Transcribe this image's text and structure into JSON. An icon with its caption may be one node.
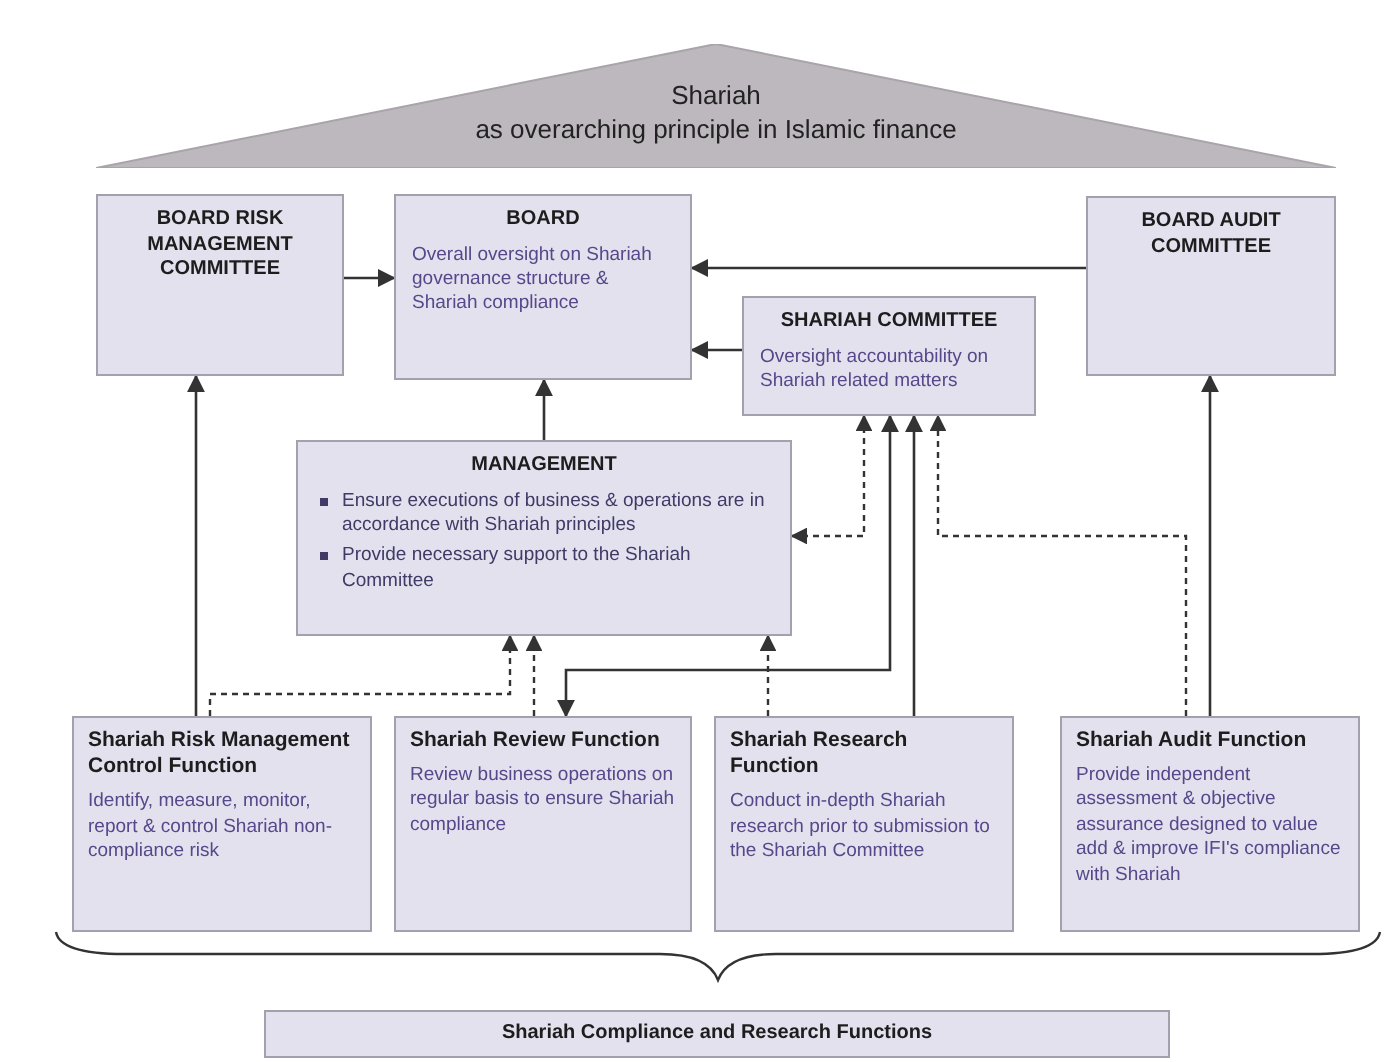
{
  "diagram": {
    "nodes": [
      {
        "text": [
          "Shariah",
          "as overarching principle in Islamic finance"
        ]
      },
      {
        "text": [
          "BOARD RISK MANAGEMENT COMMITTEE"
        ]
      },
      {
        "text": [
          "BOARD",
          "Overall oversight on Shariah governance structure & Shariah compliance"
        ]
      },
      {
        "text": [
          "BOARD AUDIT COMMITTEE"
        ]
      },
      {
        "text": [
          "SHARIAH COMMITTEE",
          "Oversight accountability on Shariah related matters"
        ]
      },
      {
        "text": [
          "MANAGEMENT",
          "Ensure executions of business & operations are in accordance with Shariah principles",
          "Provide necessary support to the Shariah Committee"
        ]
      },
      {
        "text": [
          "Shariah Risk Management Control Function",
          "Identify, measure, monitor, report & control Shariah non-compliance risk"
        ]
      },
      {
        "text": [
          "Shariah Review Function",
          "Review business operations on regular basis to ensure Shariah compliance"
        ]
      },
      {
        "text": [
          "Shariah Research Function",
          "Conduct in-depth Shariah research prior to submission to the Shariah Committee"
        ]
      },
      {
        "text": [
          "Shariah Audit Function",
          "Provide independent assessment & objective assurance designed to value add & improve IFI's compliance with Shariah"
        ]
      },
      {
        "text": [
          "Shariah Compliance and Research Functions"
        ]
      }
    ],
    "edges": [
      {
        "from": 1,
        "to": 2,
        "arrow": "to"
      },
      {
        "from": 3,
        "to": 2,
        "arrow": "to"
      },
      {
        "from": 4,
        "to": 2,
        "arrow": "to"
      },
      {
        "from": 5,
        "to": 2,
        "arrow": "to"
      },
      {
        "from": 6,
        "to": 1,
        "arrow": "to"
      },
      {
        "from": 9,
        "to": 3,
        "arrow": "to"
      },
      {
        "from": 4,
        "to": 5,
        "arrow": "both",
        "style": "dashed"
      },
      {
        "from": 4,
        "to": 7,
        "arrow": "both"
      },
      {
        "from": 8,
        "to": 4,
        "arrow": "to"
      },
      {
        "from": 9,
        "to": 4,
        "arrow": "to",
        "style": "dashed"
      },
      {
        "from": 6,
        "to": 5,
        "arrow": "to",
        "style": "dashed"
      },
      {
        "from": 7,
        "to": 5,
        "arrow": "to",
        "style": "dashed"
      },
      {
        "from": 8,
        "to": 5,
        "arrow": "to",
        "style": "dashed"
      }
    ]
  }
}
